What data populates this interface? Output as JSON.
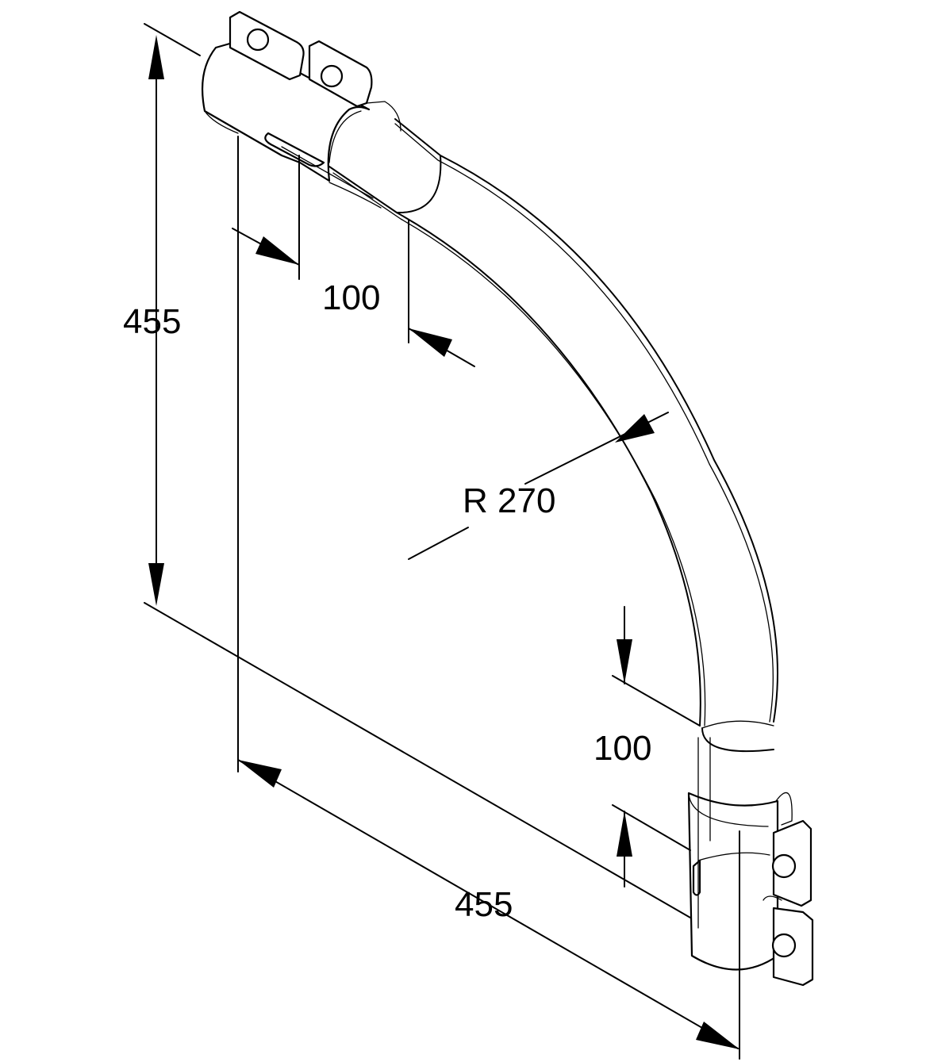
{
  "drawing": {
    "dimensions": {
      "height": "455",
      "width": "455",
      "top_sleeve_length": "100",
      "bottom_sleeve_length": "100",
      "bend_radius": "R 270"
    },
    "colors": {
      "line": "#000000",
      "background": "#ffffff"
    }
  }
}
